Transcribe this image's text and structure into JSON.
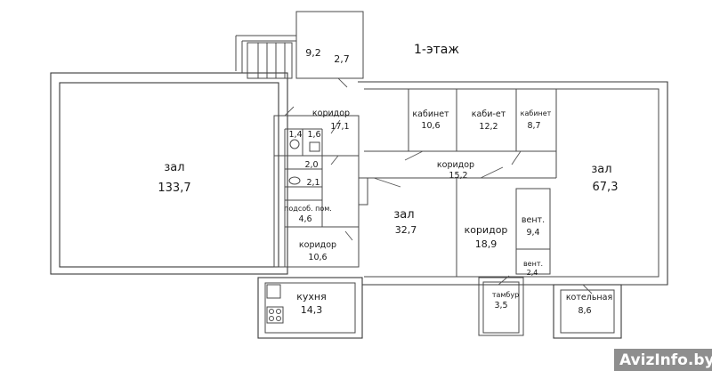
{
  "floor_title": "1-этаж",
  "watermark": "AvizInfo.by",
  "rooms": [
    {
      "id": "zal-big",
      "name": "зал",
      "area": "133,7"
    },
    {
      "id": "stair",
      "name": "",
      "area": "9,2"
    },
    {
      "id": "vest",
      "name": "",
      "area": "2,7"
    },
    {
      "id": "koridor-17",
      "name": "коридор",
      "area": "17,1"
    },
    {
      "id": "wc-14",
      "name": "",
      "area": "1,4"
    },
    {
      "id": "wc-16",
      "name": "",
      "area": "1,6"
    },
    {
      "id": "r-20",
      "name": "",
      "area": "2,0"
    },
    {
      "id": "wc-21",
      "name": "",
      "area": "2,1"
    },
    {
      "id": "podsob",
      "name": "подсоб. пом.",
      "area": "4,6"
    },
    {
      "id": "koridor-10",
      "name": "коридор",
      "area": "10,6"
    },
    {
      "id": "kuhnya",
      "name": "кухня",
      "area": "14,3"
    },
    {
      "id": "kab-106",
      "name": "кабинет",
      "area": "10,6"
    },
    {
      "id": "kab-122",
      "name": "каби-ет",
      "area": "12,2"
    },
    {
      "id": "kab-87",
      "name": "кабинет",
      "area": "8,7"
    },
    {
      "id": "koridor-15",
      "name": "коридор",
      "area": "15,2"
    },
    {
      "id": "zal-67",
      "name": "зал",
      "area": "67,3"
    },
    {
      "id": "zal-32",
      "name": "зал",
      "area": "32,7"
    },
    {
      "id": "koridor-18",
      "name": "коридор",
      "area": "18,9"
    },
    {
      "id": "vent-94",
      "name": "вент.",
      "area": "9,4"
    },
    {
      "id": "vent-24",
      "name": "вент.",
      "area": "2,4"
    },
    {
      "id": "tambur",
      "name": "тамбур",
      "area": "3,5"
    },
    {
      "id": "kotel",
      "name": "котельная",
      "area": "8,6"
    }
  ],
  "colors": {
    "wall": "#3a3a3a",
    "background": "#ffffff",
    "watermark_bg": "#8e8e8e"
  }
}
